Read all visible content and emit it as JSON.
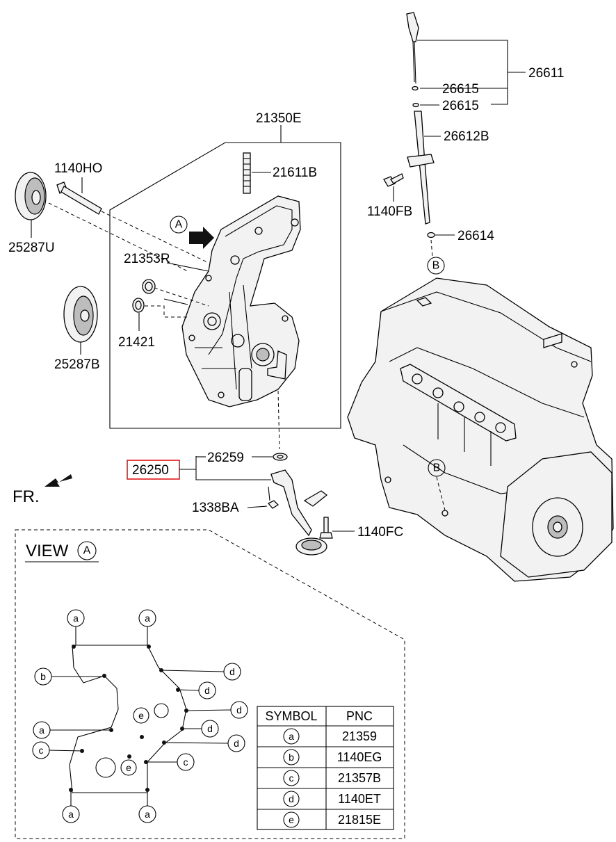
{
  "labels": {
    "p21350E": "21350E",
    "p21611B": "21611B",
    "p1140HO": "1140HO",
    "p25287U": "25287U",
    "p21353R": "21353R",
    "p21421": "21421",
    "p25287B": "25287B",
    "p26259": "26259",
    "p26250": "26250",
    "p1338BA": "1338BA",
    "p1140FC": "1140FC",
    "p26611": "26611",
    "p26615a": "26615",
    "p26615b": "26615",
    "p26612B": "26612B",
    "p1140FB": "1140FB",
    "p26614": "26614",
    "fr": "FR.",
    "view": "VIEW",
    "markerA": "A",
    "markerB": "B"
  },
  "view_symbols": {
    "a": "a",
    "b": "b",
    "c": "c",
    "d": "d",
    "e": "e"
  },
  "table": {
    "headers": [
      "SYMBOL",
      "PNC"
    ],
    "rows": [
      {
        "symbol": "a",
        "pnc": "21359"
      },
      {
        "symbol": "b",
        "pnc": "1140EG"
      },
      {
        "symbol": "c",
        "pnc": "21357B"
      },
      {
        "symbol": "d",
        "pnc": "1140ET"
      },
      {
        "symbol": "e",
        "pnc": "21815E"
      }
    ]
  },
  "colors": {
    "highlight": "#e0161b"
  }
}
